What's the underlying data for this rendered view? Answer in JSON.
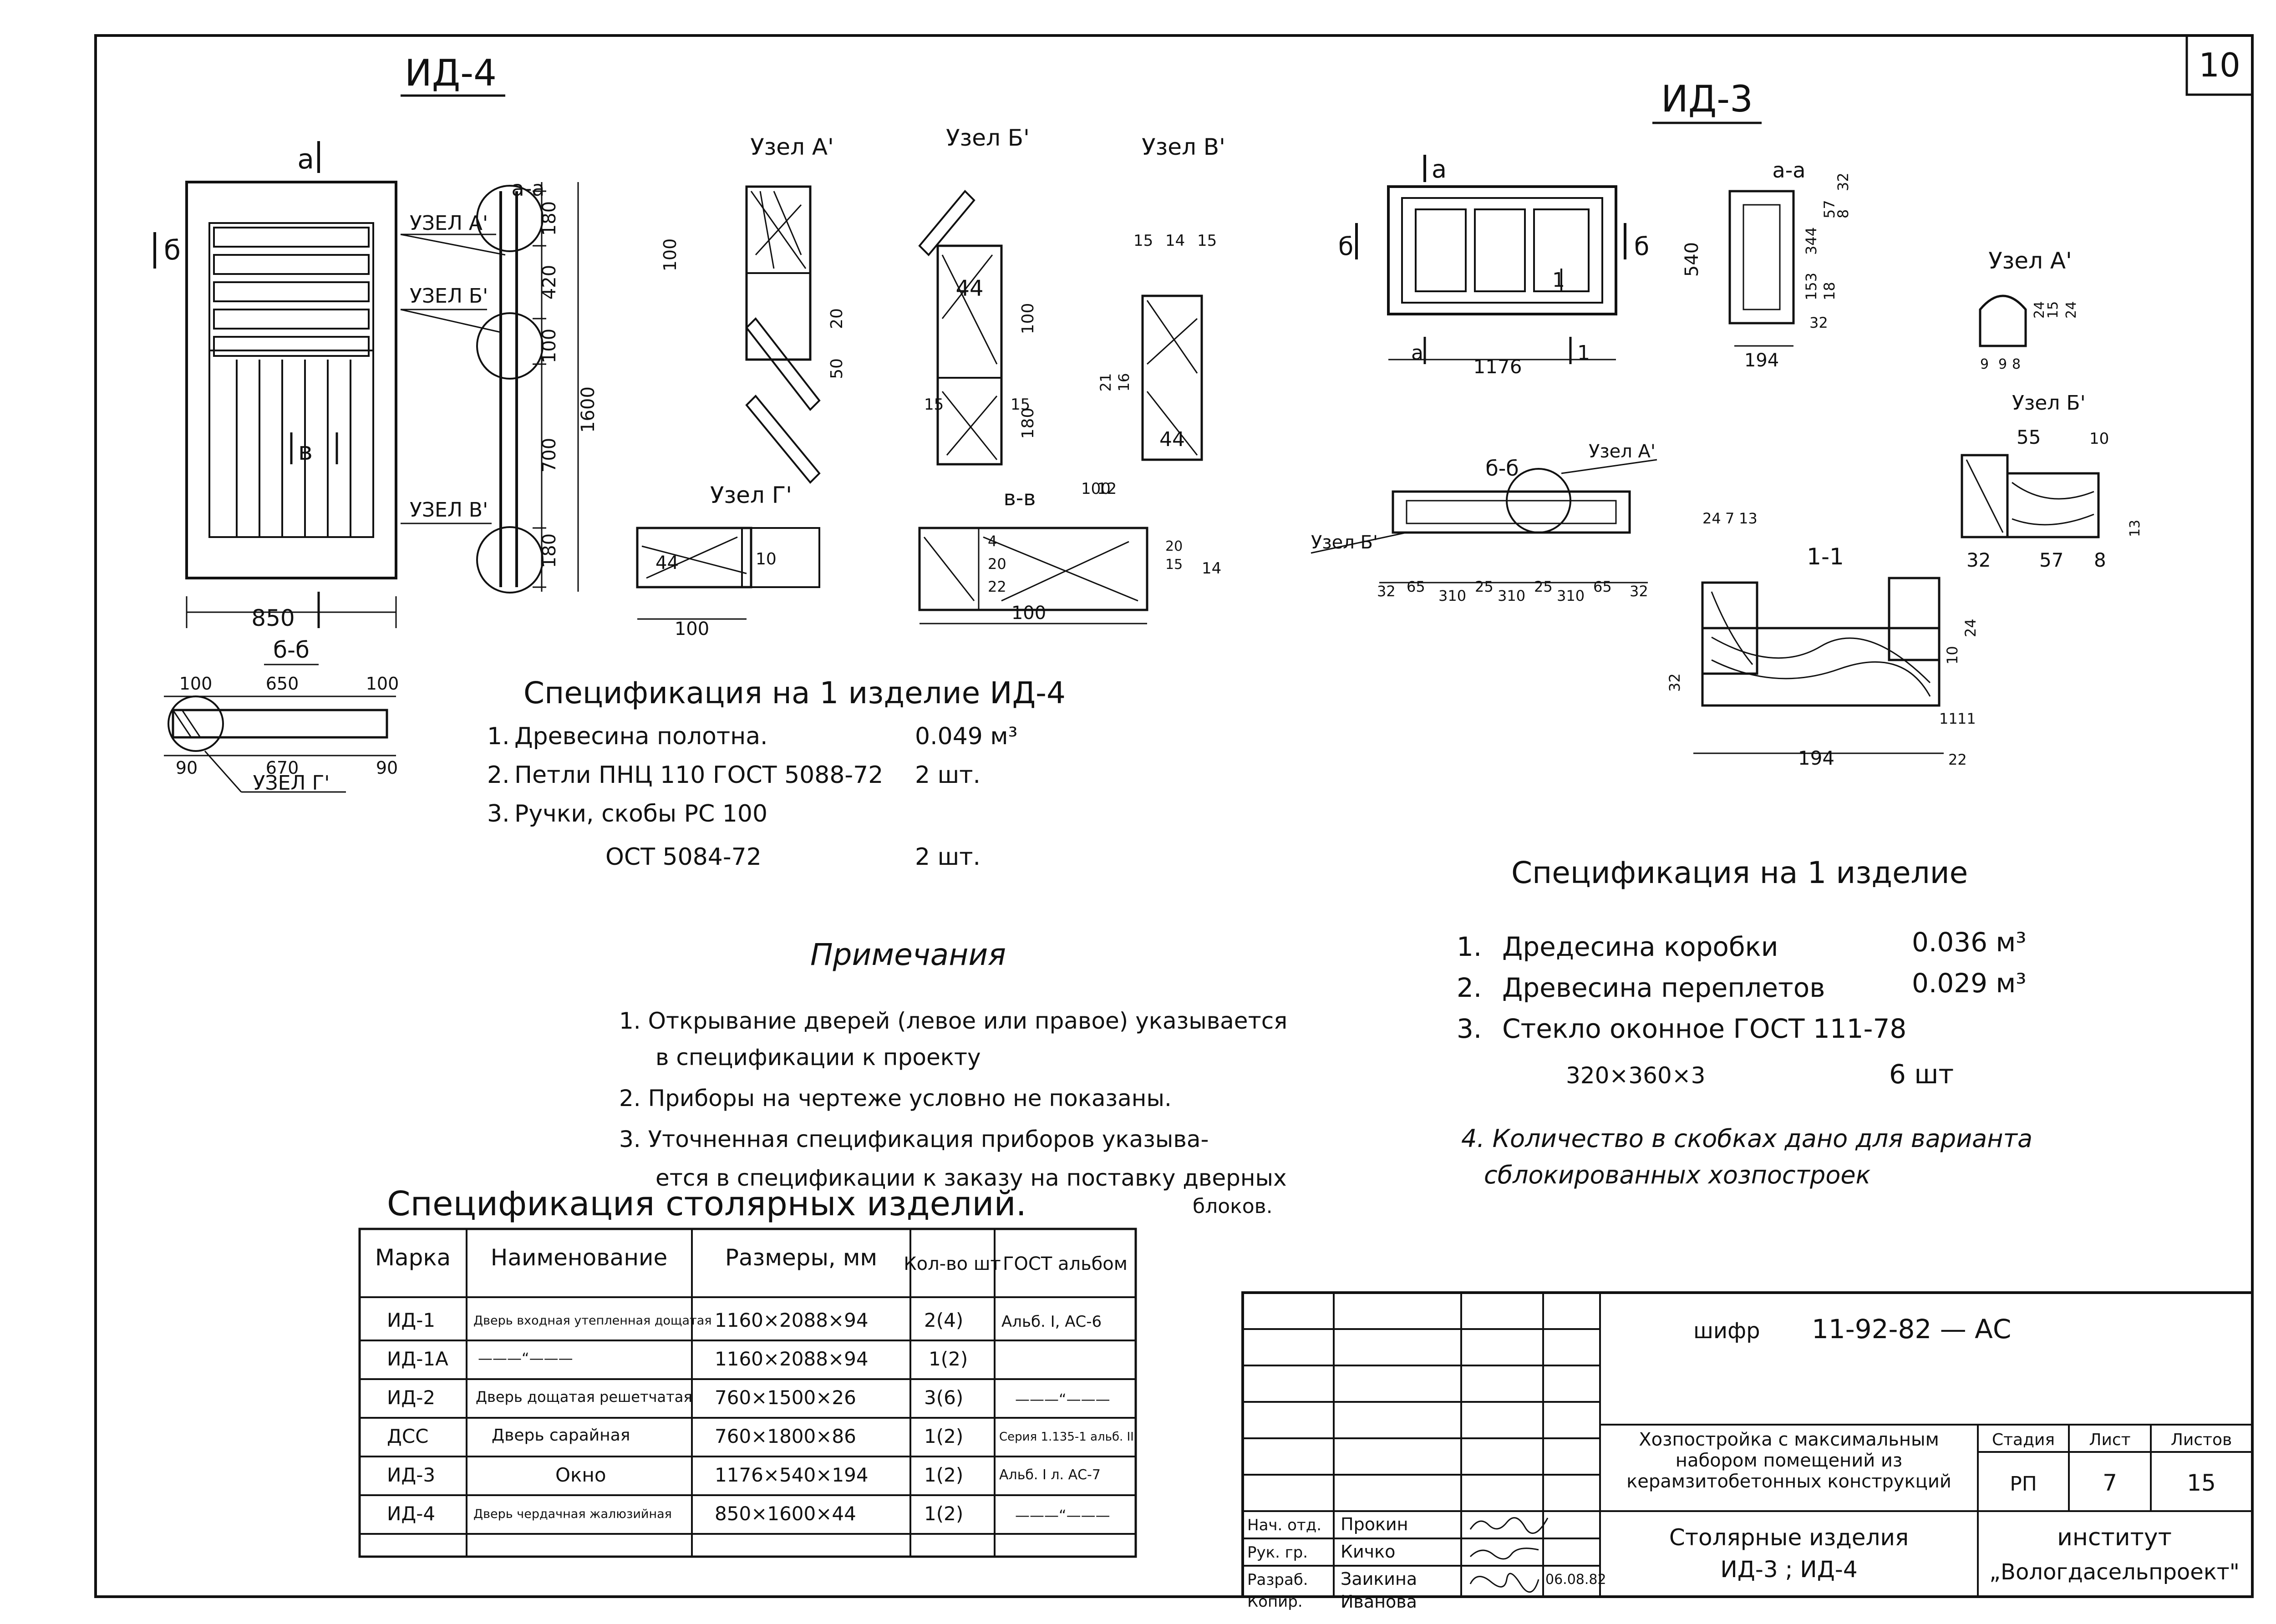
{
  "sheet": {
    "sheet_number": "10",
    "drawing_title_left": "ИД-4",
    "drawing_title_right": "ИД-3"
  },
  "left_drawing": {
    "section_a": "а",
    "section_b": "б",
    "section_v": "в",
    "node_labels": [
      "УЗЕЛ А'",
      "УЗЕЛ Б'",
      "УЗЕЛ В'"
    ],
    "section_aa": "а-а",
    "dims": {
      "width": "850",
      "d180a": "180",
      "d420": "420",
      "d100": "100",
      "d700": "700",
      "d180b": "180",
      "d1600": "1600"
    },
    "section_bb_title": "б-б",
    "bb_dims": [
      "100",
      "650",
      "100",
      "670",
      "90",
      "90"
    ],
    "node_g_label": "УЗЕЛ Г'"
  },
  "node_details": {
    "titles": [
      "Узел А'",
      "Узел Б'",
      "Узел В'",
      "Узел Г'",
      "в-в"
    ],
    "dims": [
      "100",
      "20",
      "50",
      "15",
      "15",
      "100",
      "180",
      "15",
      "14",
      "15",
      "21",
      "16",
      "44",
      "44",
      "44",
      "10",
      "100",
      "100",
      "12",
      "4",
      "20",
      "22",
      "20",
      "15",
      "15",
      "14"
    ]
  },
  "spec_ud4": {
    "title": "Спецификация на 1 изделие ИД-4",
    "rows": [
      {
        "n": "1.",
        "text": "Древесина полотна.",
        "qty": "0.049 м³"
      },
      {
        "n": "2.",
        "text": "Петли ПНЦ 110 ГОСТ 5088-72",
        "qty": "2 шт."
      },
      {
        "n": "3.",
        "text": "Ручки, скобы РС 100",
        "qty": ""
      },
      {
        "n": "",
        "text": "ОСТ 5084-72",
        "qty": "2 шт."
      }
    ]
  },
  "notes": {
    "title": "Примечания",
    "items": [
      "1. Открывание дверей (левое или правое) указывается",
      "в спецификации к проекту",
      "2. Приборы на чертеже условно не показаны.",
      "3. Уточненная спецификация приборов указыва-",
      "ется в спецификации к заказу на поставку дверных",
      "блоков."
    ]
  },
  "right_drawing": {
    "labels": [
      "а",
      "а",
      "б",
      "б",
      "1",
      "1",
      "а-а",
      "б-б",
      "1-1",
      "Узел А'",
      "Узел Б'",
      "Узел А'",
      "Узел Б'"
    ],
    "dims": [
      "1176",
      "540",
      "194",
      "32",
      "153",
      "18",
      "344",
      "57",
      "32",
      "8",
      "32",
      "65",
      "310",
      "25",
      "310",
      "25",
      "310",
      "65",
      "32",
      "24",
      "7",
      "13",
      "32",
      "194",
      "22",
      "11",
      "11",
      "10",
      "24",
      "55",
      "10",
      "32",
      "57",
      "8",
      "13",
      "24",
      "15",
      "24",
      "9",
      "9",
      "8"
    ]
  },
  "spec_ud3": {
    "title": "Спецификация на 1 изделие",
    "rows": [
      {
        "n": "1.",
        "text": "Дредесина коробки",
        "qty": "0.036 м³"
      },
      {
        "n": "2.",
        "text": "Древесина переплетов",
        "qty": "0.029 м³"
      },
      {
        "n": "3.",
        "text": "Стекло оконное ГОСТ 111-78",
        "qty": ""
      },
      {
        "n": "",
        "text": "320×360×3",
        "qty": "6 шт"
      }
    ],
    "note4_line1": "4. Количество в скобках дано для варианта",
    "note4_line2": "сблокированных хозпостроек"
  },
  "joinery_table": {
    "title": "Спецификация столярных изделий.",
    "headers": [
      "Марка",
      "Наименование",
      "Размеры, мм",
      "Кол-во шт",
      "ГОСТ альбом"
    ],
    "rows": [
      [
        "ИД-1",
        "Дверь входная утепленная дощатая",
        "1160×2088×94",
        "2(4)",
        "Альб. I, АС-6"
      ],
      [
        "ИД-1А",
        "———“———",
        "1160×2088×94",
        "1(2)",
        ""
      ],
      [
        "ИД-2",
        "Дверь дощатая решетчатая",
        "760×1500×26",
        "3(6)",
        "———“———"
      ],
      [
        "ДСС",
        "Дверь сарайная",
        "760×1800×86",
        "1(2)",
        "Серия 1.135-1 альб. II"
      ],
      [
        "ИД-3",
        "Окно",
        "1176×540×194",
        "1(2)",
        "Альб. I л. АС-7"
      ],
      [
        "ИД-4",
        "Дверь чердачная жалюзийная",
        "850×1600×44",
        "1(2)",
        "———“———"
      ]
    ]
  },
  "title_block": {
    "code_label": "шифр",
    "code": "11-92-82 — АС",
    "project": "Хозпостройка с максимальным набором помещений из керамзитобетонных конструкций",
    "stage_label": "Стадия",
    "stage": "РП",
    "sheet_label": "Лист",
    "sheet": "7",
    "sheets_label": "Листов",
    "sheets": "15",
    "drawing_name_1": "Столярные изделия",
    "drawing_name_2": "ИД-3 ; ИД-4",
    "institute_1": "институт",
    "institute_2": "„Вологдасельпроект\"",
    "roles": [
      "Нач. отд.",
      "Рук. гр.",
      "Разраб.",
      "Копир."
    ],
    "names": [
      "Прокин",
      "Кичко",
      "Заикина",
      "Иванова"
    ],
    "date": "06.08.82"
  }
}
